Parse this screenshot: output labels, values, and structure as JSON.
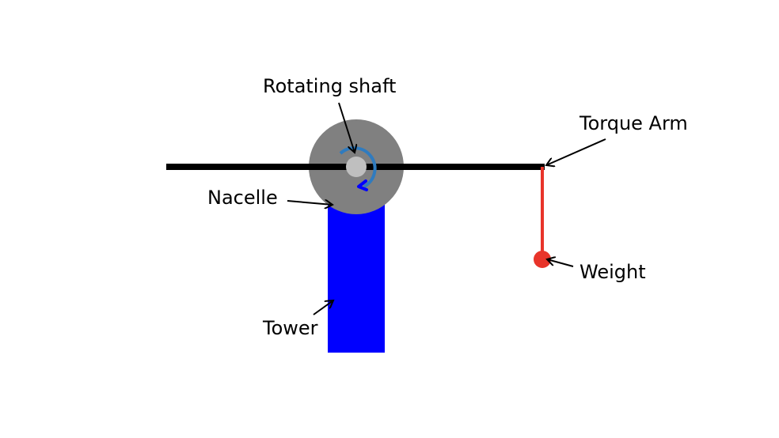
{
  "labels": {
    "rotating_shaft": "Rotating shaft",
    "torque_arm": "Torque Arm",
    "nacelle": "Nacelle",
    "weight": "Weight",
    "tower": "Tower"
  },
  "colors": {
    "tower": "#0000ff",
    "nacelle": "#808080",
    "shaft": "#bfbfbf",
    "arm": "#000000",
    "rope": "#e8342a",
    "weight": "#e8342a",
    "rotation_arrow": "#2f7bbf",
    "rotation_arrow_head": "#0000ff",
    "pointer": "#000000"
  },
  "icons": {
    "rotation": "curved-rotation-arrow"
  }
}
